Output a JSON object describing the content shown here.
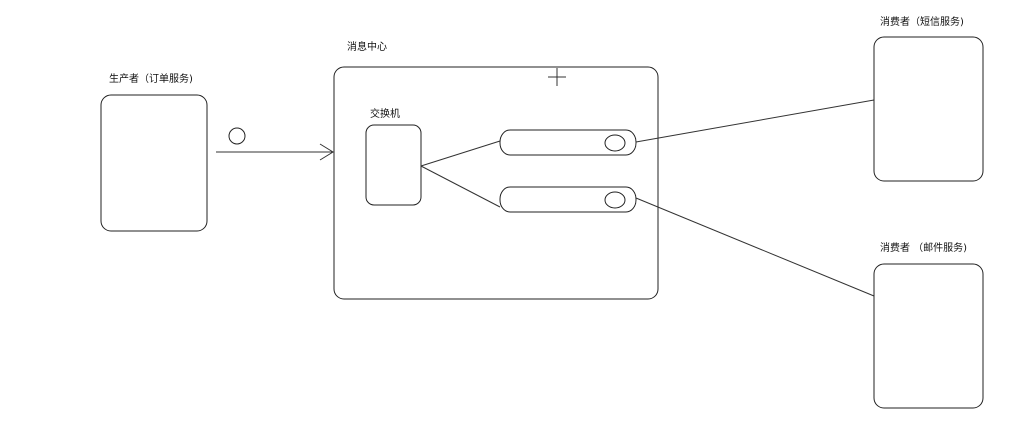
{
  "diagram": {
    "producer": {
      "label": "生产者（订单服务)"
    },
    "broker": {
      "label": "消息中心"
    },
    "exchange": {
      "label": "交换机"
    },
    "consumer_sms": {
      "label": "消费者（短信服务)"
    },
    "consumer_mail": {
      "label": "消费者 （邮件服务)"
    }
  },
  "colors": {
    "stroke": "#222222",
    "background": "#ffffff",
    "text": "#111111"
  }
}
